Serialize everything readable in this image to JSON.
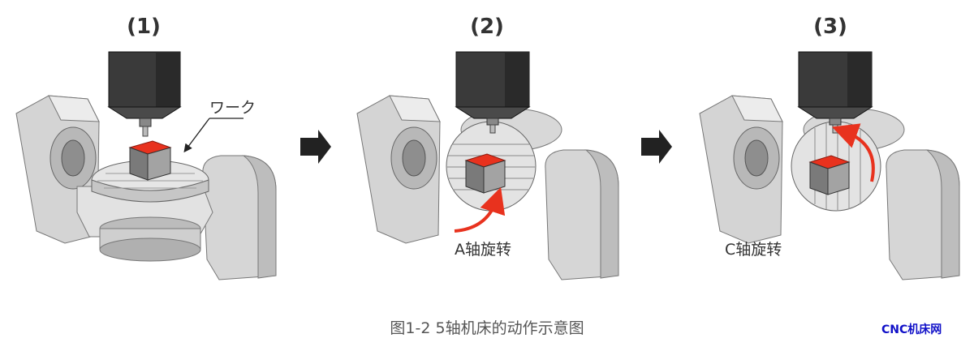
{
  "steps": [
    {
      "number": "(1)",
      "annotation": "ワーク"
    },
    {
      "number": "(2)",
      "annotation": "A轴旋转"
    },
    {
      "number": "(3)",
      "annotation": "C轴旋转"
    }
  ],
  "caption": "图1-2 5轴机床的动作示意图",
  "watermark": "CNC机床网",
  "colors": {
    "workpiece": "#e8321e",
    "rotation_arrow": "#e8321e",
    "spindle": "#3a3a3a",
    "machine_body": "#cfcfcf"
  },
  "icons": [
    "arrow-right-icon",
    "arrow-right-icon"
  ]
}
